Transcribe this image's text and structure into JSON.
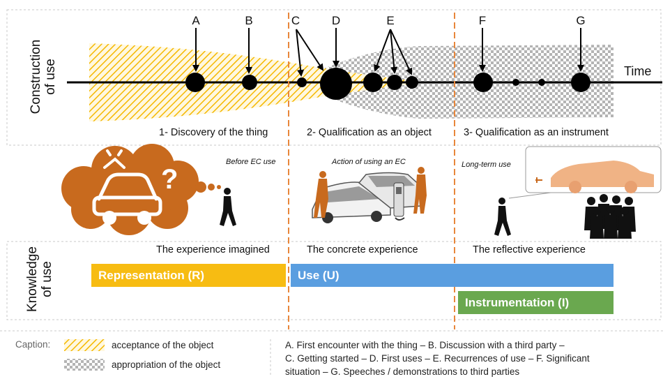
{
  "y_labels": {
    "construction": [
      "Construction",
      "of use"
    ],
    "knowledge": [
      "Knowledge",
      "of use"
    ]
  },
  "timeline": {
    "axis_label": "Time",
    "event_letters": [
      "A",
      "B",
      "C",
      "D",
      "E",
      "F",
      "G"
    ]
  },
  "phases": [
    "1- Discovery of the thing",
    "2- Qualification as an object",
    "3- Qualification as an instrument"
  ],
  "contexts": [
    "Before EC use",
    "Action of using an EC",
    "Long-term use"
  ],
  "experiences": [
    "The experience imagined",
    "The concrete experience",
    "The reflective experience"
  ],
  "bars": {
    "representation": "Representation (R)",
    "use": "Use (U)",
    "instrumentation": "Instrumentation (I)"
  },
  "caption": {
    "title": "Caption:",
    "acceptance": "acceptance of the object",
    "appropriation": "appropriation of the object",
    "events_line1": "A. First encounter with the thing – B. Discussion with a third party –",
    "events_line2": "C. Getting started – D. First uses – E. Recurrences of use – F. Significant",
    "events_line3": "situation – G. Speeches / demonstrations to third parties"
  },
  "colors": {
    "acceptance_hatch": "#f5b800",
    "appropriation_dots": "#b4b4b4",
    "phase_divider": "#e8863a",
    "representation": "#f7bc12",
    "use": "#5a9ee0",
    "instrumentation": "#6aa84f",
    "illustration": "#c86a1e"
  }
}
